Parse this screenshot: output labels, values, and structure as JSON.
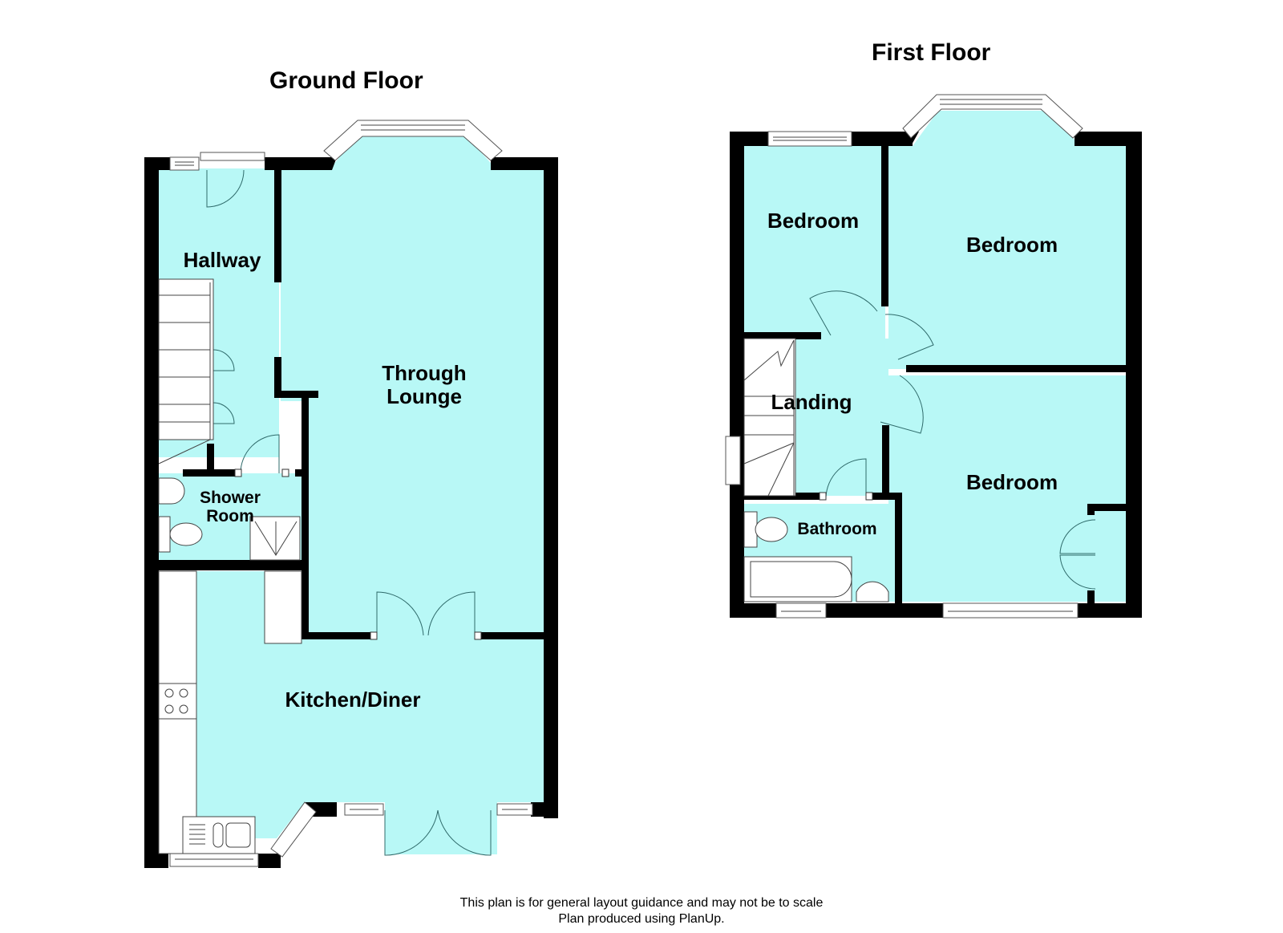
{
  "plan": {
    "floors": [
      {
        "title": "Ground Floor",
        "rooms": [
          {
            "label_lines": [
              "Hallway"
            ]
          },
          {
            "label_lines": [
              "Through",
              "Lounge"
            ]
          },
          {
            "label_lines": [
              "Shower",
              "Room"
            ]
          },
          {
            "label_lines": [
              "Kitchen/Diner"
            ]
          }
        ]
      },
      {
        "title": "First Floor",
        "rooms": [
          {
            "label_lines": [
              "Bedroom"
            ]
          },
          {
            "label_lines": [
              "Bedroom"
            ]
          },
          {
            "label_lines": [
              "Landing"
            ]
          },
          {
            "label_lines": [
              "Bedroom"
            ]
          },
          {
            "label_lines": [
              "Bathroom"
            ]
          }
        ]
      }
    ],
    "colors": {
      "room_fill": "#b8f8f6",
      "wall": "#000000"
    }
  },
  "footer": {
    "line1": "This plan is for general layout guidance and may not be to scale",
    "line2": "Plan produced using PlanUp."
  }
}
